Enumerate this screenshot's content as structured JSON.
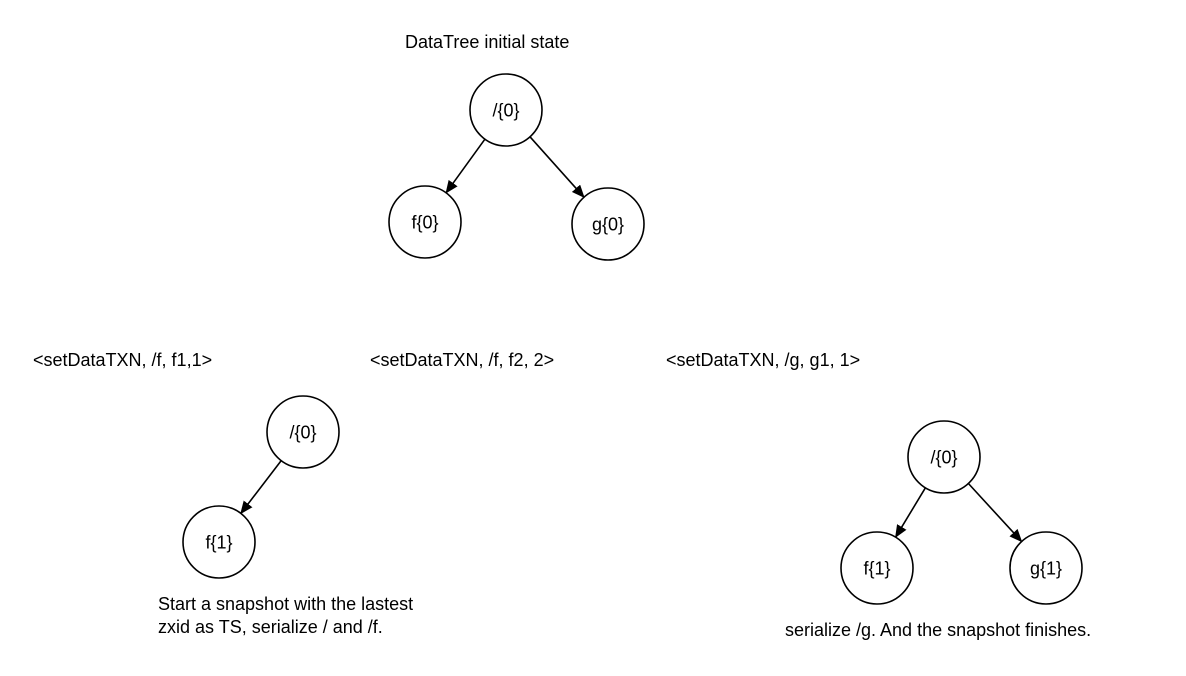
{
  "colors": {
    "background": "#ffffff",
    "stroke": "#000000",
    "text": "#000000"
  },
  "initial_tree": {
    "title": "DataTree initial state",
    "root_label": "/{0}",
    "f_label": "f{0}",
    "g_label": "g{0}"
  },
  "transactions": {
    "txn1": "<setDataTXN, /f, f1,1>",
    "txn2": "<setDataTXN, /f, f2, 2>",
    "txn3": "<setDataTXN, /g, g1, 1>"
  },
  "snapshot_start": {
    "root_label": "/{0}",
    "f_label": "f{1}",
    "caption_line1": "Start a snapshot with the lastest",
    "caption_line2": "zxid as TS, serialize / and /f."
  },
  "snapshot_finish": {
    "root_label": "/{0}",
    "f_label": "f{1}",
    "g_label": "g{1}",
    "caption": "serialize /g. And the snapshot finishes."
  }
}
